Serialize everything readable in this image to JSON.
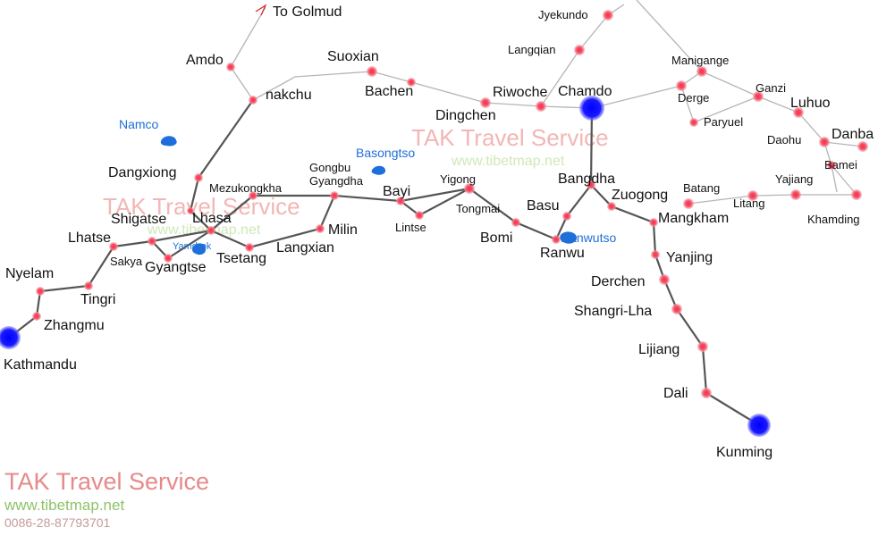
{
  "map": {
    "towns": {
      "golmud": "To Golmud",
      "amdo": "Amdo",
      "nakchu": "nakchu",
      "suoxian": "Suoxian",
      "bachen": "Bachen",
      "dingchen": "Dingchen",
      "riwoche": "Riwoche",
      "chamdo": "Chamdo",
      "jyekundo": "Jyekundo",
      "langqian": "Langqian",
      "manigange": "Manigange",
      "derge": "Derge",
      "paryuel": "Paryuel",
      "ganzi": "Ganzi",
      "luhuo": "Luhuo",
      "daohu": "Daohu",
      "danba": "Danba",
      "bamei": "Bamei",
      "yajiang": "Yajiang",
      "batang": "Batang",
      "litang": "Litang",
      "khamding": "Khamding",
      "dangxiong": "Dangxiong",
      "mezukongkha": "Mezukongkha",
      "gongbu_gyangdha": "Gongbu\nGyangdha",
      "bayi": "Bayi",
      "yigong": "Yigong",
      "tongmai": "Tongmai",
      "lintse": "Lintse",
      "milin": "Milin",
      "langxian": "Langxian",
      "tsetang": "Tsetang",
      "lhasa": "Lhasa",
      "shigatse": "Shigatse",
      "gyangtse": "Gyangtse",
      "sakya": "Sakya",
      "lhatse": "Lhatse",
      "nyelam": "Nyelam",
      "tingri": "Tingri",
      "zhangmu": "Zhangmu",
      "kathmandu": "Kathmandu",
      "bangdha": "Bangdha",
      "zuogong": "Zuogong",
      "basu": "Basu",
      "bomi": "Bomi",
      "ranwu": "Ranwu",
      "mangkham": "Mangkham",
      "yanjing": "Yanjing",
      "derchen": "Derchen",
      "shangrila": "Shangri-Lha",
      "lijiang": "Lijiang",
      "dali": "Dali",
      "kunming": "Kunming"
    },
    "lakes": {
      "namco": "Namco",
      "basongtso": "Basongtso",
      "yamdrok": "Yamdrok",
      "ranwutso": "Ranwutso"
    },
    "watermarks": {
      "title": "TAK Travel Service",
      "url": "www.tibetmap.net"
    },
    "brand": {
      "title": "TAK Travel Service",
      "url": "www.tibetmap.net",
      "phone": "0086-28-87793701"
    },
    "colors": {
      "town_dot": "#f2556a",
      "hub_dot": "#1010ff",
      "main_road": "#555555",
      "minor_road": "#b5b5b5",
      "lake": "#1e6fd9",
      "arrow": "#dd2222"
    }
  }
}
